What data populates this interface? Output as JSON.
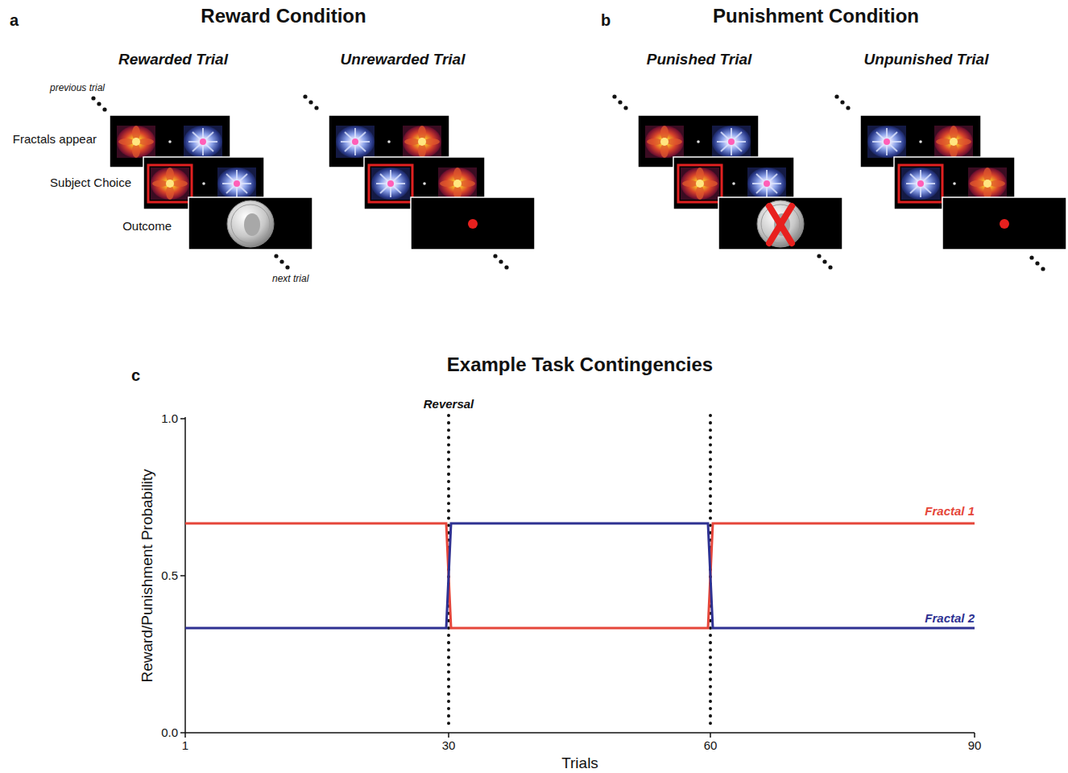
{
  "diagram": {
    "labels": [
      "a",
      "Reward Condition",
      "Rewarded Trial",
      "Unrewarded Trial",
      "previous trial",
      "Fractals appear",
      "Subject Choice",
      "Outcome",
      "next trial",
      "b",
      "Punishment Condition",
      "Punished Trial",
      "Unpunished Trial",
      "c",
      "Example Task Contingencies",
      "Reversal",
      "1.0",
      "0.5",
      "0.0",
      "Reward/Punishment Probability",
      "1",
      "30",
      "60",
      "90",
      "Trials",
      "Fractal 1",
      "Fractal 2"
    ]
  }
}
